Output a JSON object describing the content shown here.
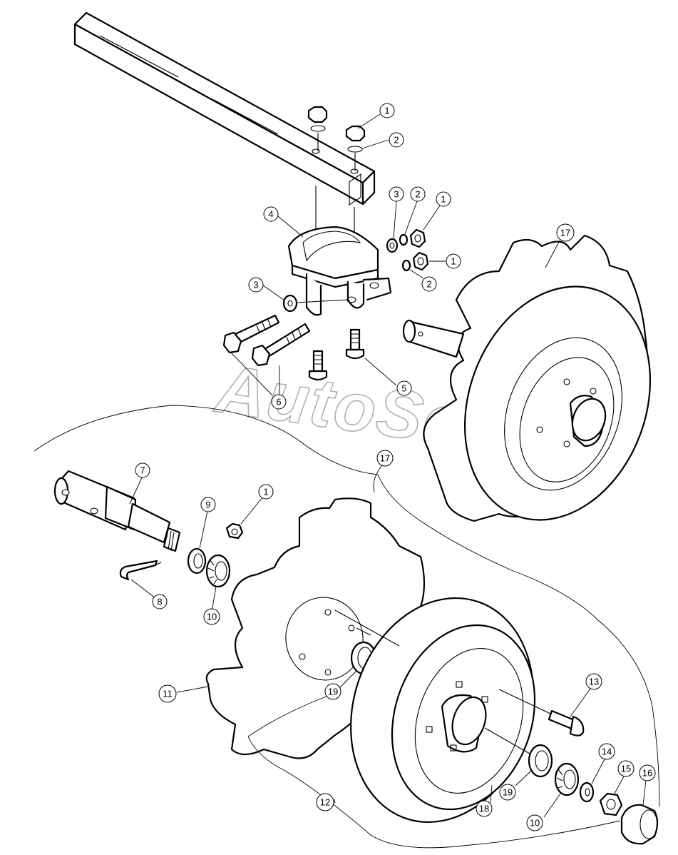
{
  "watermark": "AutoSoft",
  "callouts": [
    {
      "id": "c1a",
      "label": "1"
    },
    {
      "id": "c2a",
      "label": "2"
    },
    {
      "id": "c3a",
      "label": "3"
    },
    {
      "id": "c2b",
      "label": "2"
    },
    {
      "id": "c1b",
      "label": "1"
    },
    {
      "id": "c1c",
      "label": "1"
    },
    {
      "id": "c2c",
      "label": "2"
    },
    {
      "id": "c4",
      "label": "4"
    },
    {
      "id": "c3b",
      "label": "3"
    },
    {
      "id": "c5",
      "label": "5"
    },
    {
      "id": "c6",
      "label": "6"
    },
    {
      "id": "c17a",
      "label": "17"
    },
    {
      "id": "c17b",
      "label": "17"
    },
    {
      "id": "c7",
      "label": "7"
    },
    {
      "id": "c9",
      "label": "9"
    },
    {
      "id": "c1d",
      "label": "1"
    },
    {
      "id": "c8",
      "label": "8"
    },
    {
      "id": "c10a",
      "label": "10"
    },
    {
      "id": "c11",
      "label": "11"
    },
    {
      "id": "c19a",
      "label": "19"
    },
    {
      "id": "c13",
      "label": "13"
    },
    {
      "id": "c14",
      "label": "14"
    },
    {
      "id": "c15",
      "label": "15"
    },
    {
      "id": "c16",
      "label": "16"
    },
    {
      "id": "c12",
      "label": "12"
    },
    {
      "id": "c18",
      "label": "18"
    },
    {
      "id": "c19b",
      "label": "19"
    },
    {
      "id": "c10b",
      "label": "10"
    }
  ]
}
